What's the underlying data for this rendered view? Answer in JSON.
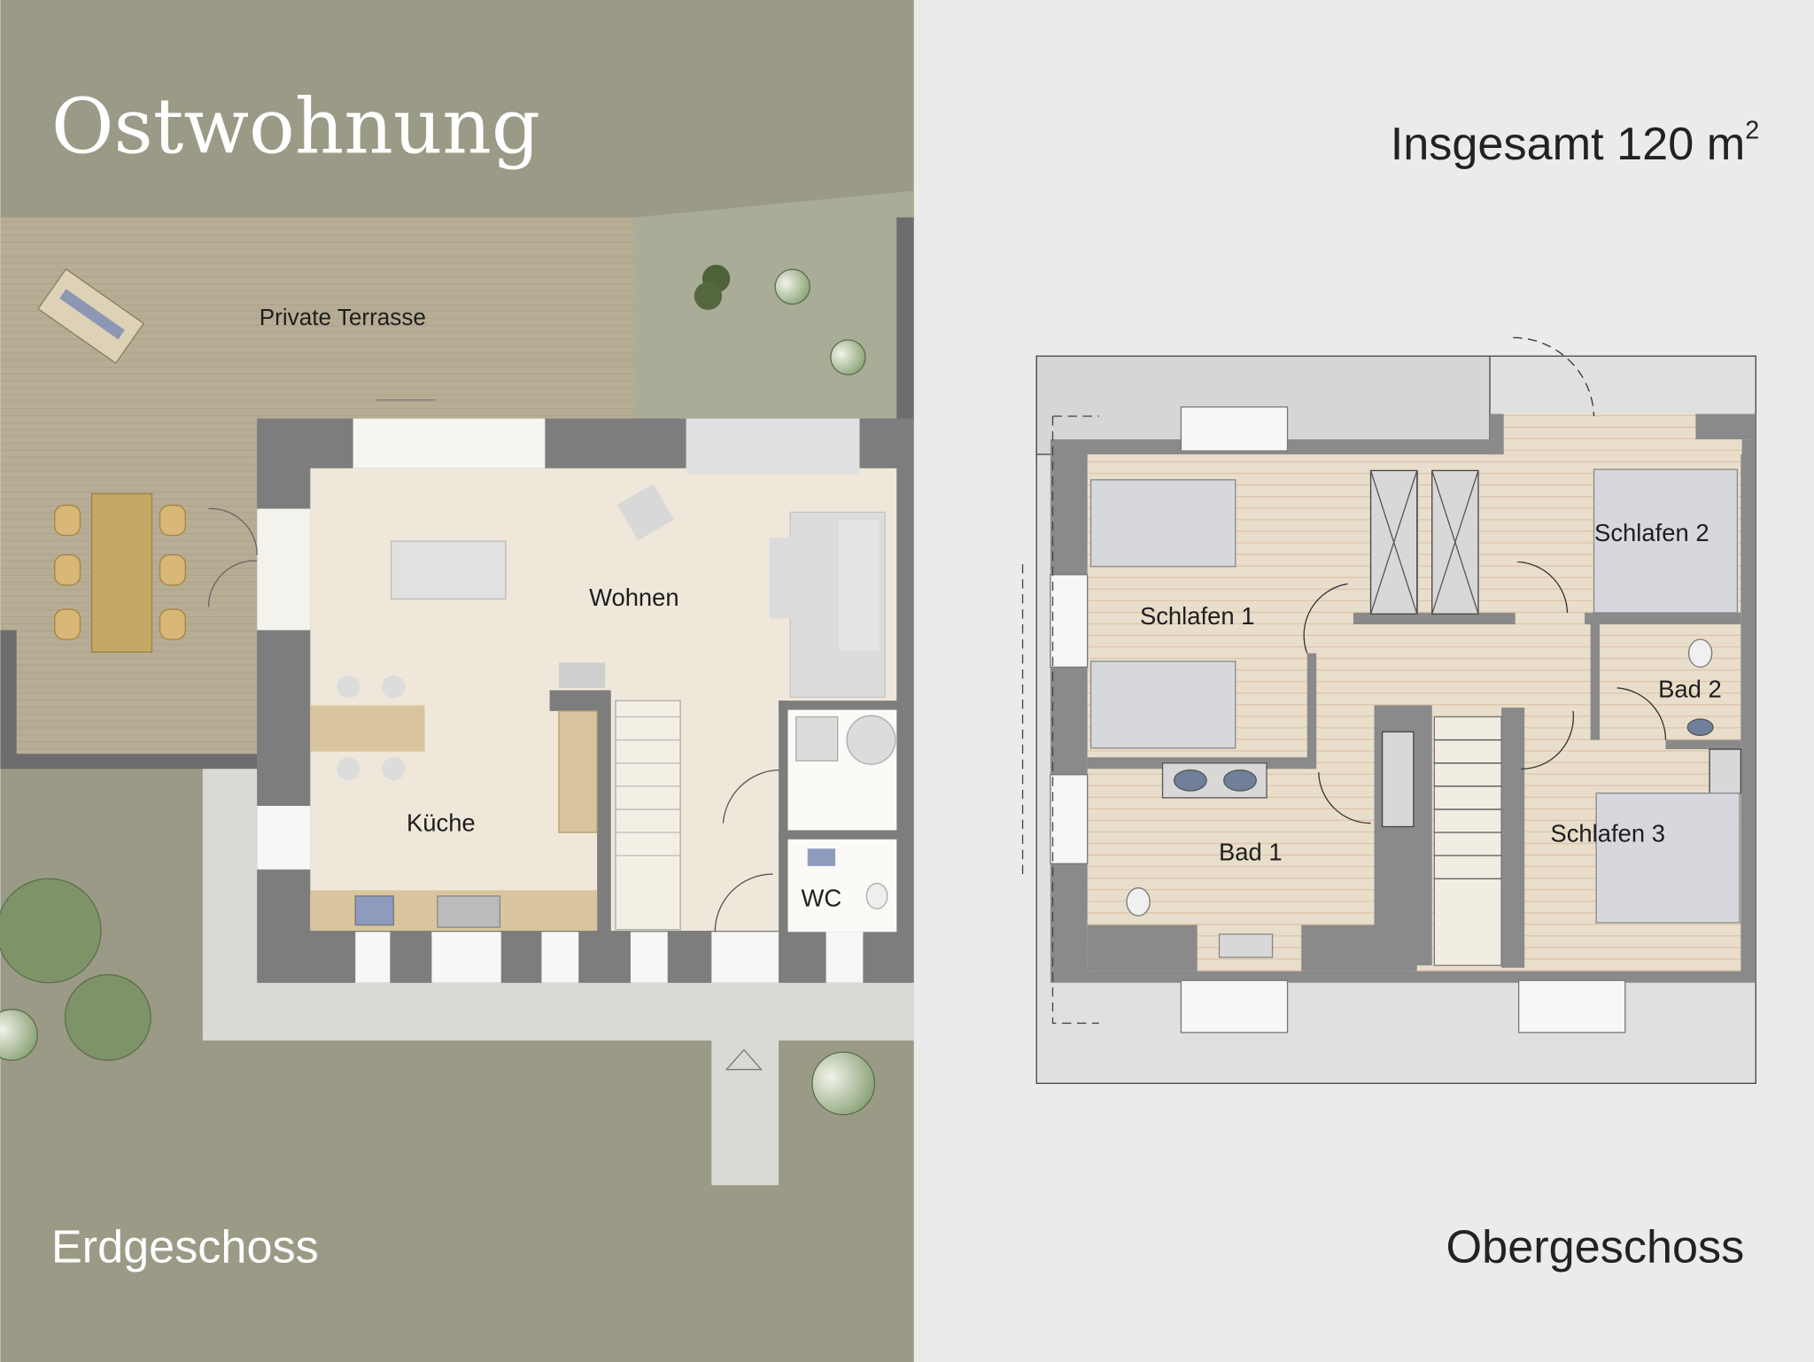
{
  "title": "Ostwohnung",
  "total_area": {
    "label": "Insgesamt 120 m",
    "superscript": "2"
  },
  "floors": {
    "ground": {
      "name": "Erdgeschoss",
      "rooms": [
        "Private Terrasse",
        "Wohnen",
        "Küche",
        "WC"
      ]
    },
    "upper": {
      "name": "Obergeschoss",
      "rooms": [
        "Schlafen 1",
        "Schlafen 2",
        "Bad 2",
        "Schlafen 3",
        "Bad 1"
      ]
    }
  },
  "colors": {
    "left_bg": "#9a9a86",
    "right_bg": "#ebebeb",
    "terrace": "#b7ad95",
    "garden": "#a9ac97",
    "wall": "#7d7d7d",
    "floor": "#efe8da",
    "upper_floor": "#e9decb",
    "roof": "#d6d6d6"
  }
}
